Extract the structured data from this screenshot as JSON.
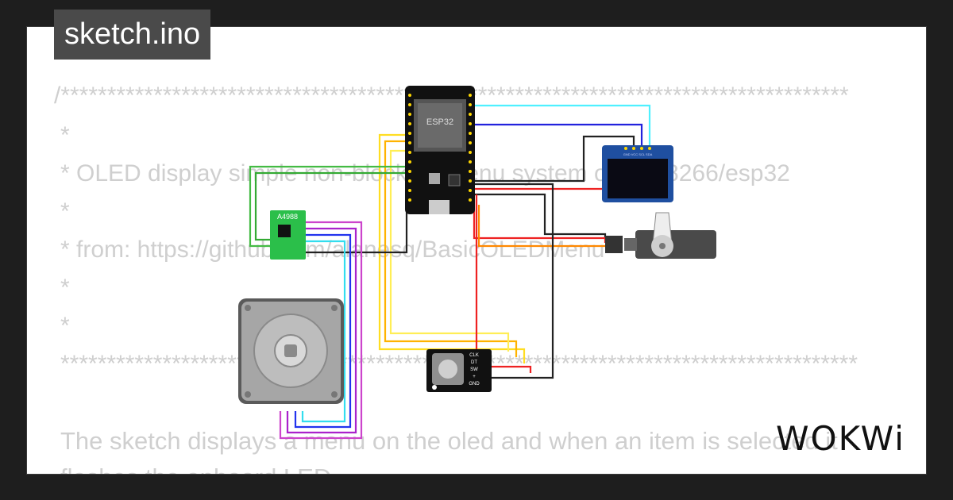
{
  "title": "sketch.ino",
  "code_lines": [
    "/*************************************************************************************",
    "*",
    "*      OLED display simple non-blocking menu system on esp8266/esp32",
    "*",
    "*      from:  https://github.com/alanesq/BasicOLEDMenu",
    "*",
    "*",
    "**************************************************************************************"
  ],
  "description": [
    "The sketch displays a menu on the oled and when an item is selected it",
    "flashes the onboard LED"
  ],
  "components": {
    "esp32_label": "ESP32",
    "a4988_label": "A4988",
    "encoder_pins": [
      "CLK",
      "DT",
      "SW",
      "+",
      "GND"
    ],
    "oled_pins_label": "GND VCC SCL SDA"
  },
  "logo_text": "WOKWi",
  "colors": {
    "background": "#1e1e1e",
    "card": "#ffffff",
    "code_text": "#cfcfcf",
    "title_bg": "#4a4a4a"
  }
}
